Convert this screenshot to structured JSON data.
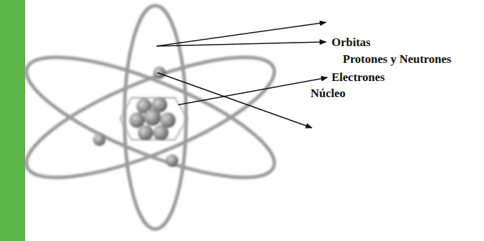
{
  "diagram": {
    "labels": [
      "Orbitas",
      "Protones y Neutrones",
      "Electrones",
      "Núcleo"
    ]
  }
}
